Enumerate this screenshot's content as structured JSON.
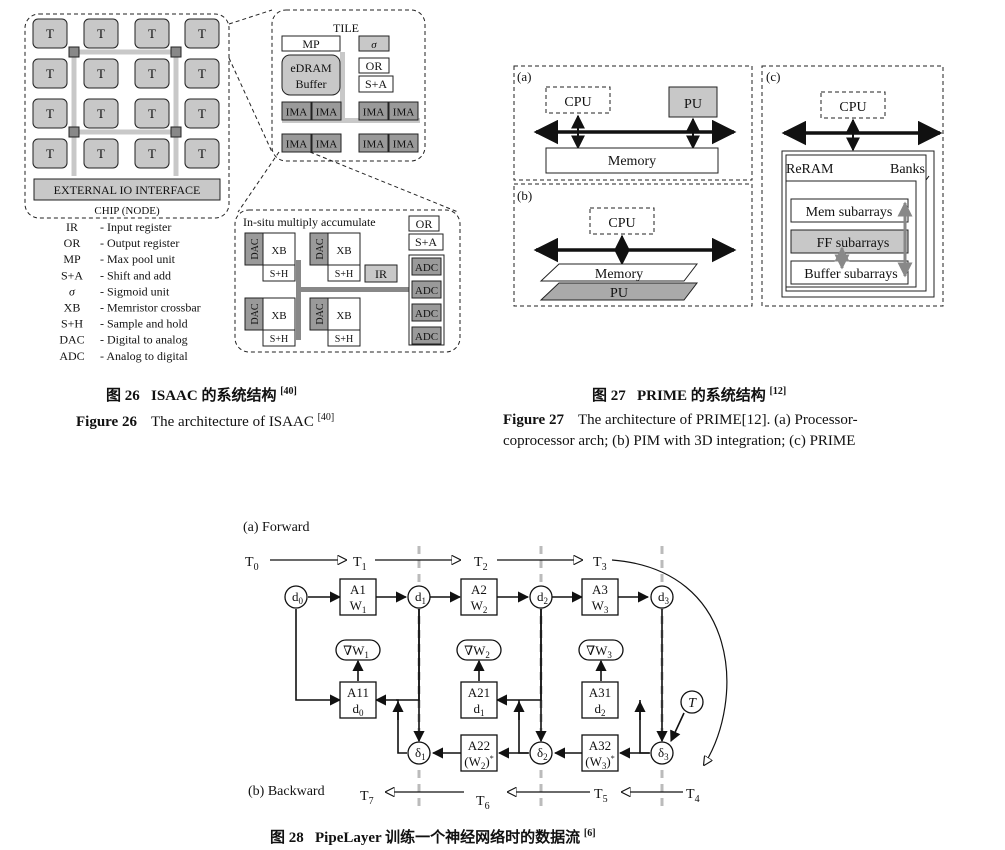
{
  "fig26": {
    "tile_label": "T",
    "io_interface": "EXTERNAL IO INTERFACE",
    "chip_label": "CHIP (NODE)",
    "tile_title": "TILE",
    "mp": "MP",
    "sigma": "σ",
    "edram_1": "eDRAM",
    "edram_2": "Buffer",
    "or": "OR",
    "sa": "S+A",
    "ima": "IMA",
    "ima_title": "In-situ multiply accumulate",
    "dac": "DAC",
    "xb": "XB",
    "sh": "S+H",
    "ir": "IR",
    "adc": "ADC",
    "legend": [
      {
        "abbr": "IR",
        "desc": "- Input register"
      },
      {
        "abbr": "OR",
        "desc": "- Output register"
      },
      {
        "abbr": "MP",
        "desc": "- Max pool unit"
      },
      {
        "abbr": "S+A",
        "desc": "- Shift and add"
      },
      {
        "abbr": "σ",
        "desc": "- Sigmoid unit"
      },
      {
        "abbr": "XB",
        "desc": "- Memristor  crossbar"
      },
      {
        "abbr": "S+H",
        "desc": "- Sample and hold"
      },
      {
        "abbr": "DAC",
        "desc": "- Digital to analog"
      },
      {
        "abbr": "ADC",
        "desc": "-  Analog to digital"
      }
    ],
    "caption_cn_num": "图 26",
    "caption_cn_text": "ISAAC 的系统结构",
    "caption_cn_ref": "[40]",
    "caption_en_num": "Figure 26",
    "caption_en_text": "The architecture of ISAAC",
    "caption_en_ref": "[40]"
  },
  "fig27": {
    "a": "(a)",
    "b": "(b)",
    "c": "(c)",
    "cpu": "CPU",
    "pu": "PU",
    "memory": "Memory",
    "reram": "ReRAM",
    "banks": "Banks",
    "mem_sub": "Mem subarrays",
    "ff_sub": "FF subarrays",
    "buf_sub": "Buffer subarrays",
    "caption_cn_num": "图 27",
    "caption_cn_text": "PRIME 的系统结构",
    "caption_cn_ref": "[12]",
    "caption_en_num": "Figure 27",
    "caption_en_line1": "The architecture of PRIME[12]. (a) Processor-",
    "caption_en_line2": "coprocessor arch; (b) PIM with 3D integration; (c) PRIME"
  },
  "fig28": {
    "forward": "(a) Forward",
    "backward": "(b) Backward",
    "T": "T",
    "caption_cn_num": "图 28",
    "caption_cn_text": "PipeLayer 训练一个神经网络时的数据流",
    "caption_cn_ref": "[6]"
  },
  "colors": {
    "gray": "#c8c8c8",
    "dark": "#9a9a9a",
    "line": "#111111"
  }
}
